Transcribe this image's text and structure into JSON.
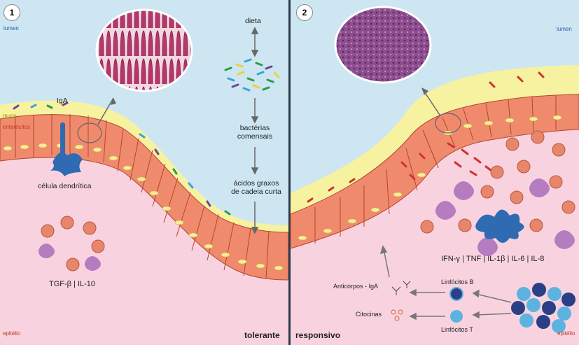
{
  "panel1": {
    "number": "1",
    "lumen": "lumen",
    "muco": "muco",
    "enterocitos": "enterócitos",
    "iga": "IgA",
    "celula_dendritica": "célula dendrítica",
    "dieta": "dieta",
    "bacterias": [
      "bactérias",
      "comensais"
    ],
    "acidos": [
      "ácidos graxos",
      "de cadeia curta"
    ],
    "cytokines": "TGF-β  | IL-10",
    "epitelio": "epitélio",
    "state": "tolerante"
  },
  "panel2": {
    "number": "2",
    "lumen": "lumen",
    "cytokines": "IFN-γ | TNF | IL-1β  | IL-6 | IL-8",
    "anticorpos": "Anticorpos - IgA",
    "linfocitos_b": "Linfócitos  B",
    "linfocitos_t": "Linfócitos  T",
    "citocinas": "Citocinas",
    "epitelio": "epitélio",
    "state": "responsivo"
  },
  "colors": {
    "lumen": "#cde6f2",
    "epithelium_bg": "#f8d3df",
    "mucus": "#f7f2a0",
    "cell": "#f08a6c",
    "nucleus": "#f6ee9a",
    "divider": "#2b3a4a",
    "dendritic": "#2f6bb3",
    "macrophage": "#b57cc0",
    "lymphocyte": "#5db3e0"
  }
}
